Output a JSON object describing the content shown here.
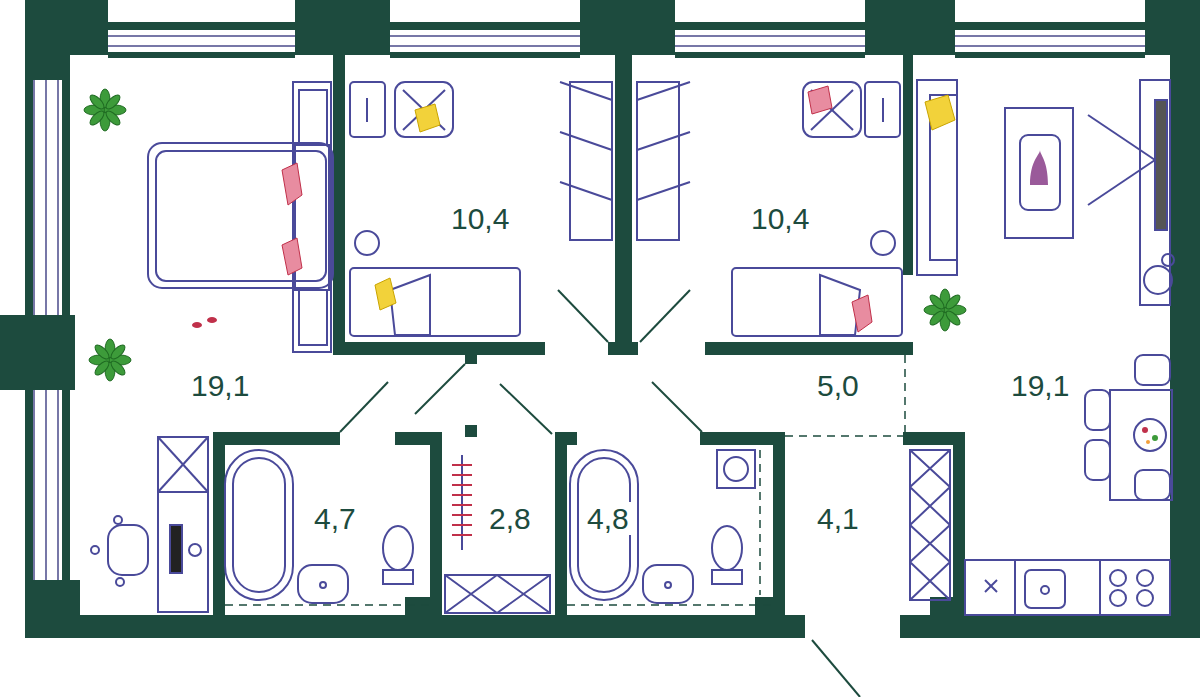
{
  "diagram": {
    "labels": [
      "10,4",
      "10,4",
      "19,1",
      "5,0",
      "19,1",
      "4,7",
      "2,8",
      "4,8",
      "4,1"
    ]
  }
}
